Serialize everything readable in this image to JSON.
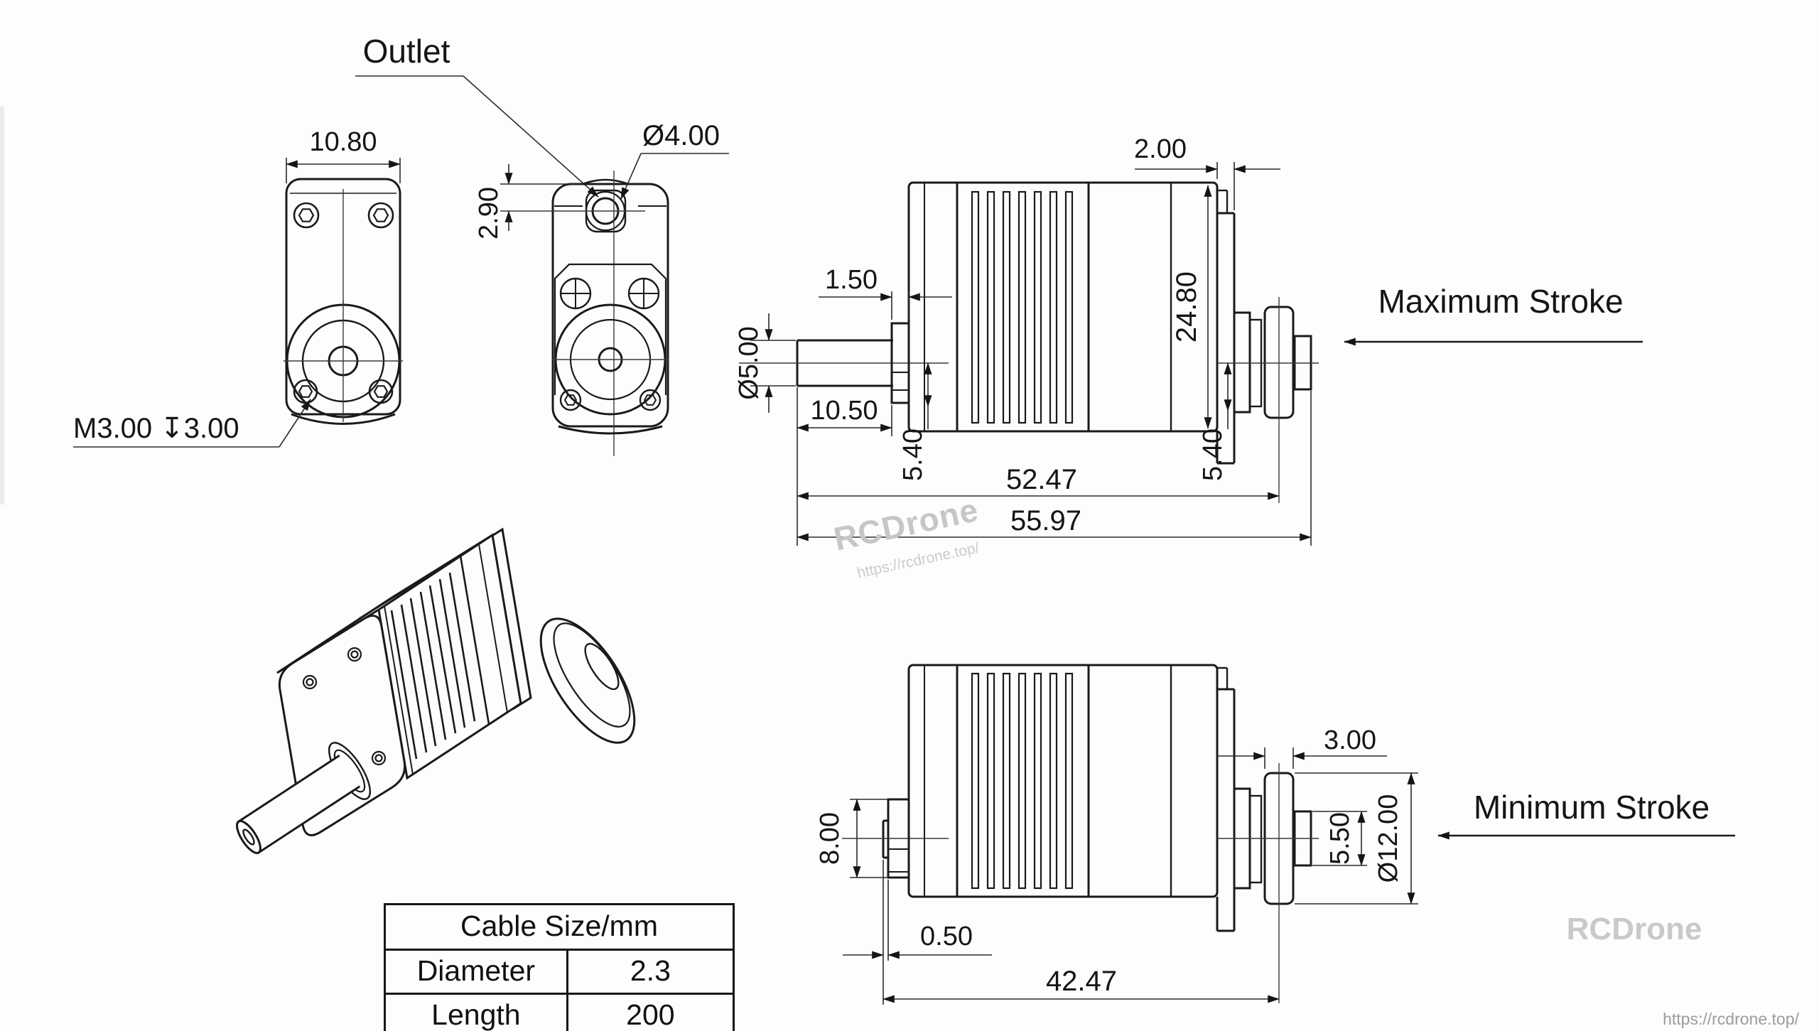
{
  "front_view": {
    "width": "10.80",
    "thread_note": "M3.00 ↧3.00"
  },
  "outlet_view": {
    "label": "Outlet",
    "hole_offset": "2.90",
    "hole_diameter": "Ø4.00"
  },
  "max_view": {
    "label": "Maximum Stroke",
    "plate_thickness": "2.00",
    "body_height": "24.80",
    "flange_thickness": "1.50",
    "rod_diameter": "Ø5.00",
    "rod_length": "10.50",
    "axis_offset_left": "5.40",
    "axis_offset_right": "5.40",
    "body_length": "52.47",
    "overall_length": "55.97"
  },
  "min_view": {
    "label": "Minimum Stroke",
    "wheel_thickness": "3.00",
    "flange_height": "8.00",
    "hub_diameter": "5.50",
    "wheel_diameter": "Ø12.00",
    "rod_protrusion": "0.50",
    "overall_length": "42.47"
  },
  "table": {
    "header": "Cable Size/mm",
    "rows": [
      {
        "label": "Diameter",
        "value": "2.3"
      },
      {
        "label": "Length",
        "value": "200"
      }
    ]
  },
  "watermarks": {
    "brand_center": "RCDrone",
    "brand_center_url": "https://rcdrone.top/",
    "brand_right": "RCDrone",
    "site_url": "https://rcdrone.top/"
  },
  "colors": {
    "line": "#1a1a1a",
    "dimension": "#222222",
    "watermark": "#c6c6c6",
    "url_gray": "#9b9b9b",
    "background": "#fdfdfd"
  }
}
